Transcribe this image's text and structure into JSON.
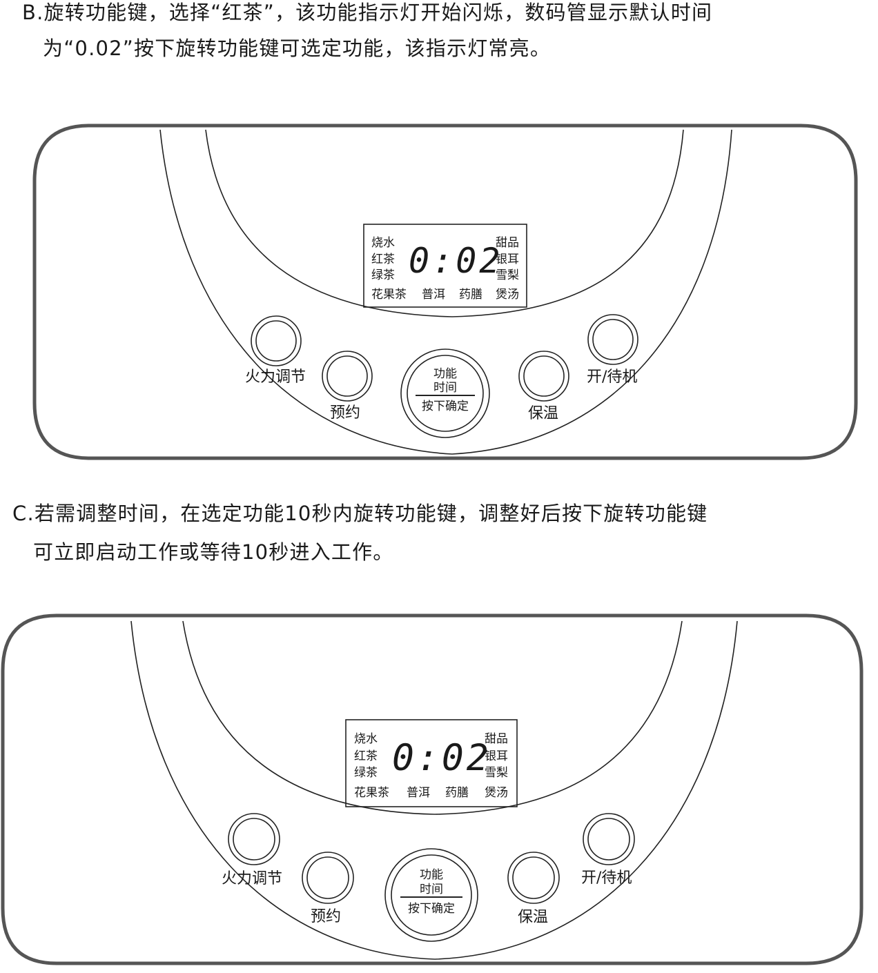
{
  "steps": [
    {
      "line1": "B.旋转功能键，选择“红茶”，该功能指示灯开始闪烁，数码管显示默认时间",
      "line2": "为“0.02”按下旋转功能键可选定功能，该指示灯常亮。"
    },
    {
      "line1": "C.若需调整时间，在选定功能10秒内旋转功能键，调整好后按下旋转功能键",
      "line2": "可立即启动工作或等待10秒进入工作。"
    }
  ],
  "panel": {
    "display": {
      "time": "0:02",
      "left_modes": [
        "烧水",
        "红茶",
        "绿茶"
      ],
      "right_modes": [
        "甜品",
        "银耳",
        "雪梨"
      ],
      "bottom_modes": [
        "花果茶",
        "普洱",
        "药膳",
        "煲汤"
      ]
    },
    "buttons": {
      "heat": "火力调节",
      "schedule": "预约",
      "keep_warm": "保温",
      "power": "开/待机"
    },
    "knob": {
      "line1": "功能",
      "line2": "时间",
      "line3": "按下确定"
    }
  }
}
